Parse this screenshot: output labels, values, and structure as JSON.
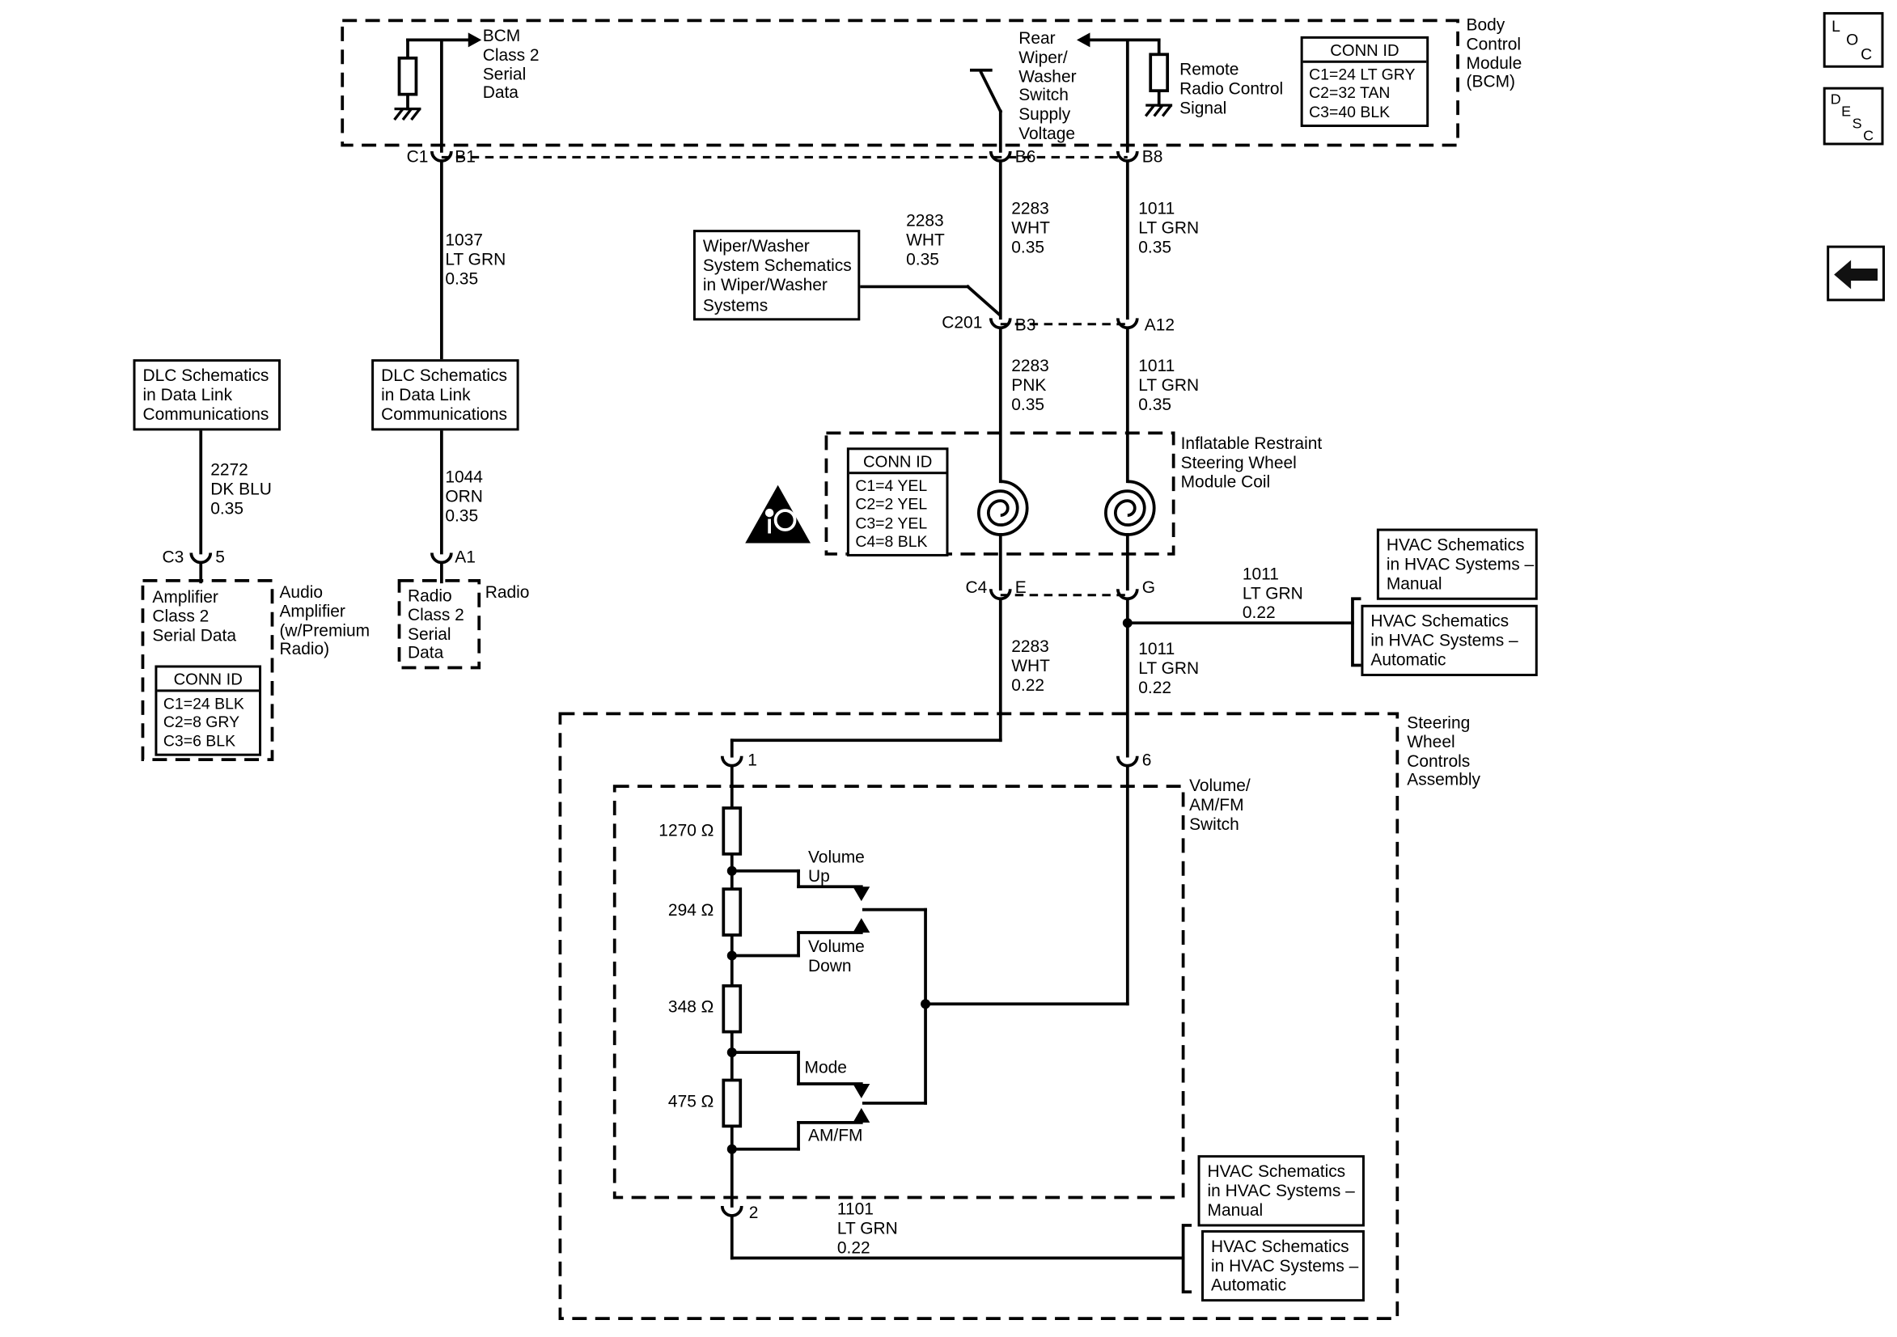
{
  "nav": {
    "loc_letters": [
      "L",
      "O",
      "C"
    ],
    "desc_letters": [
      "D",
      "E",
      "S",
      "C"
    ]
  },
  "bcm": {
    "title": "Body\nControl\nModule\n(BCM)",
    "serial_data_label": "BCM\nClass 2\nSerial\nData",
    "wiper_supply_label": "Rear\nWiper/\nWasher\nSwitch\nSupply\nVoltage",
    "remote_radio_label": "Remote\nRadio Control\nSignal",
    "conn_id": {
      "title": "CONN ID",
      "rows": [
        "C1=24 LT GRY",
        "C2=32 TAN",
        "C3=40 BLK"
      ]
    }
  },
  "connectors": {
    "c1": "C1",
    "b1": "B1",
    "b6": "B6",
    "b8": "B8",
    "c201": "C201",
    "b3": "B3",
    "a12": "A12",
    "c4": "C4",
    "e": "E",
    "g": "G",
    "pin1": "1",
    "pin6": "6",
    "pin2": "2",
    "c3": "C3",
    "pin5": "5",
    "a1": "A1"
  },
  "wires": {
    "w1037": "1037\nLT GRN\n0.35",
    "w2272": "2272\nDK BLU\n0.35",
    "w1044": "1044\nORN\n0.35",
    "w2283_wiper": "2283\nWHT\n0.35",
    "w2283_b6": "2283\nWHT\n0.35",
    "w1011_b8": "1011\nLT GRN\n0.35",
    "w2283_pnk": "2283\nPNK\n0.35",
    "w1011_a12": "1011\nLT GRN\n0.35",
    "w2283_e": "2283\nWHT\n0.22",
    "w1011_g": "1011\nLT GRN\n0.22",
    "w1011_hvac": "1011\nLT GRN\n0.22",
    "w1101": "1101\nLT GRN\n0.22"
  },
  "ref_boxes": {
    "dlc_left": "DLC Schematics\nin Data Link\nCommunications",
    "dlc_mid": "DLC Schematics\nin Data Link\nCommunications",
    "wiper": "Wiper/Washer\nSystem Schematics\nin Wiper/Washer\nSystems",
    "hvac_manual_top": "HVAC Schematics\nin HVAC Systems –\nManual",
    "hvac_auto_top": "HVAC Schematics\nin HVAC Systems –\nAutomatic",
    "hvac_manual_bottom": "HVAC Schematics\nin HVAC Systems –\nManual",
    "hvac_auto_bottom": "HVAC Schematics\nin HVAC Systems –\nAutomatic"
  },
  "amplifier": {
    "inner_label": "Amplifier\nClass 2\nSerial Data",
    "outer_label": "Audio\nAmplifier\n(w/Premium\nRadio)",
    "conn_id": {
      "title": "CONN ID",
      "rows": [
        "C1=24 BLK",
        "C2=8 GRY",
        "C3=6 BLK"
      ]
    }
  },
  "radio": {
    "inner_label": "Radio\nClass 2\nSerial\nData",
    "outer_label": "Radio"
  },
  "coil": {
    "label": "Inflatable Restraint\nSteering Wheel\nModule Coil",
    "conn_id": {
      "title": "CONN ID",
      "rows": [
        "C1=4 YEL",
        "C2=2 YEL",
        "C3=2 YEL",
        "C4=8 BLK"
      ]
    }
  },
  "swc": {
    "assembly_label": "Steering\nWheel\nControls\nAssembly",
    "switch_label": "Volume/\nAM/FM\nSwitch",
    "resistors": [
      "1270 Ω",
      "294 Ω",
      "348 Ω",
      "475 Ω"
    ],
    "buttons": {
      "volume_up": "Volume\nUp",
      "volume_down": "Volume\nDown",
      "mode": "Mode",
      "am_fm": "AM/FM"
    }
  }
}
